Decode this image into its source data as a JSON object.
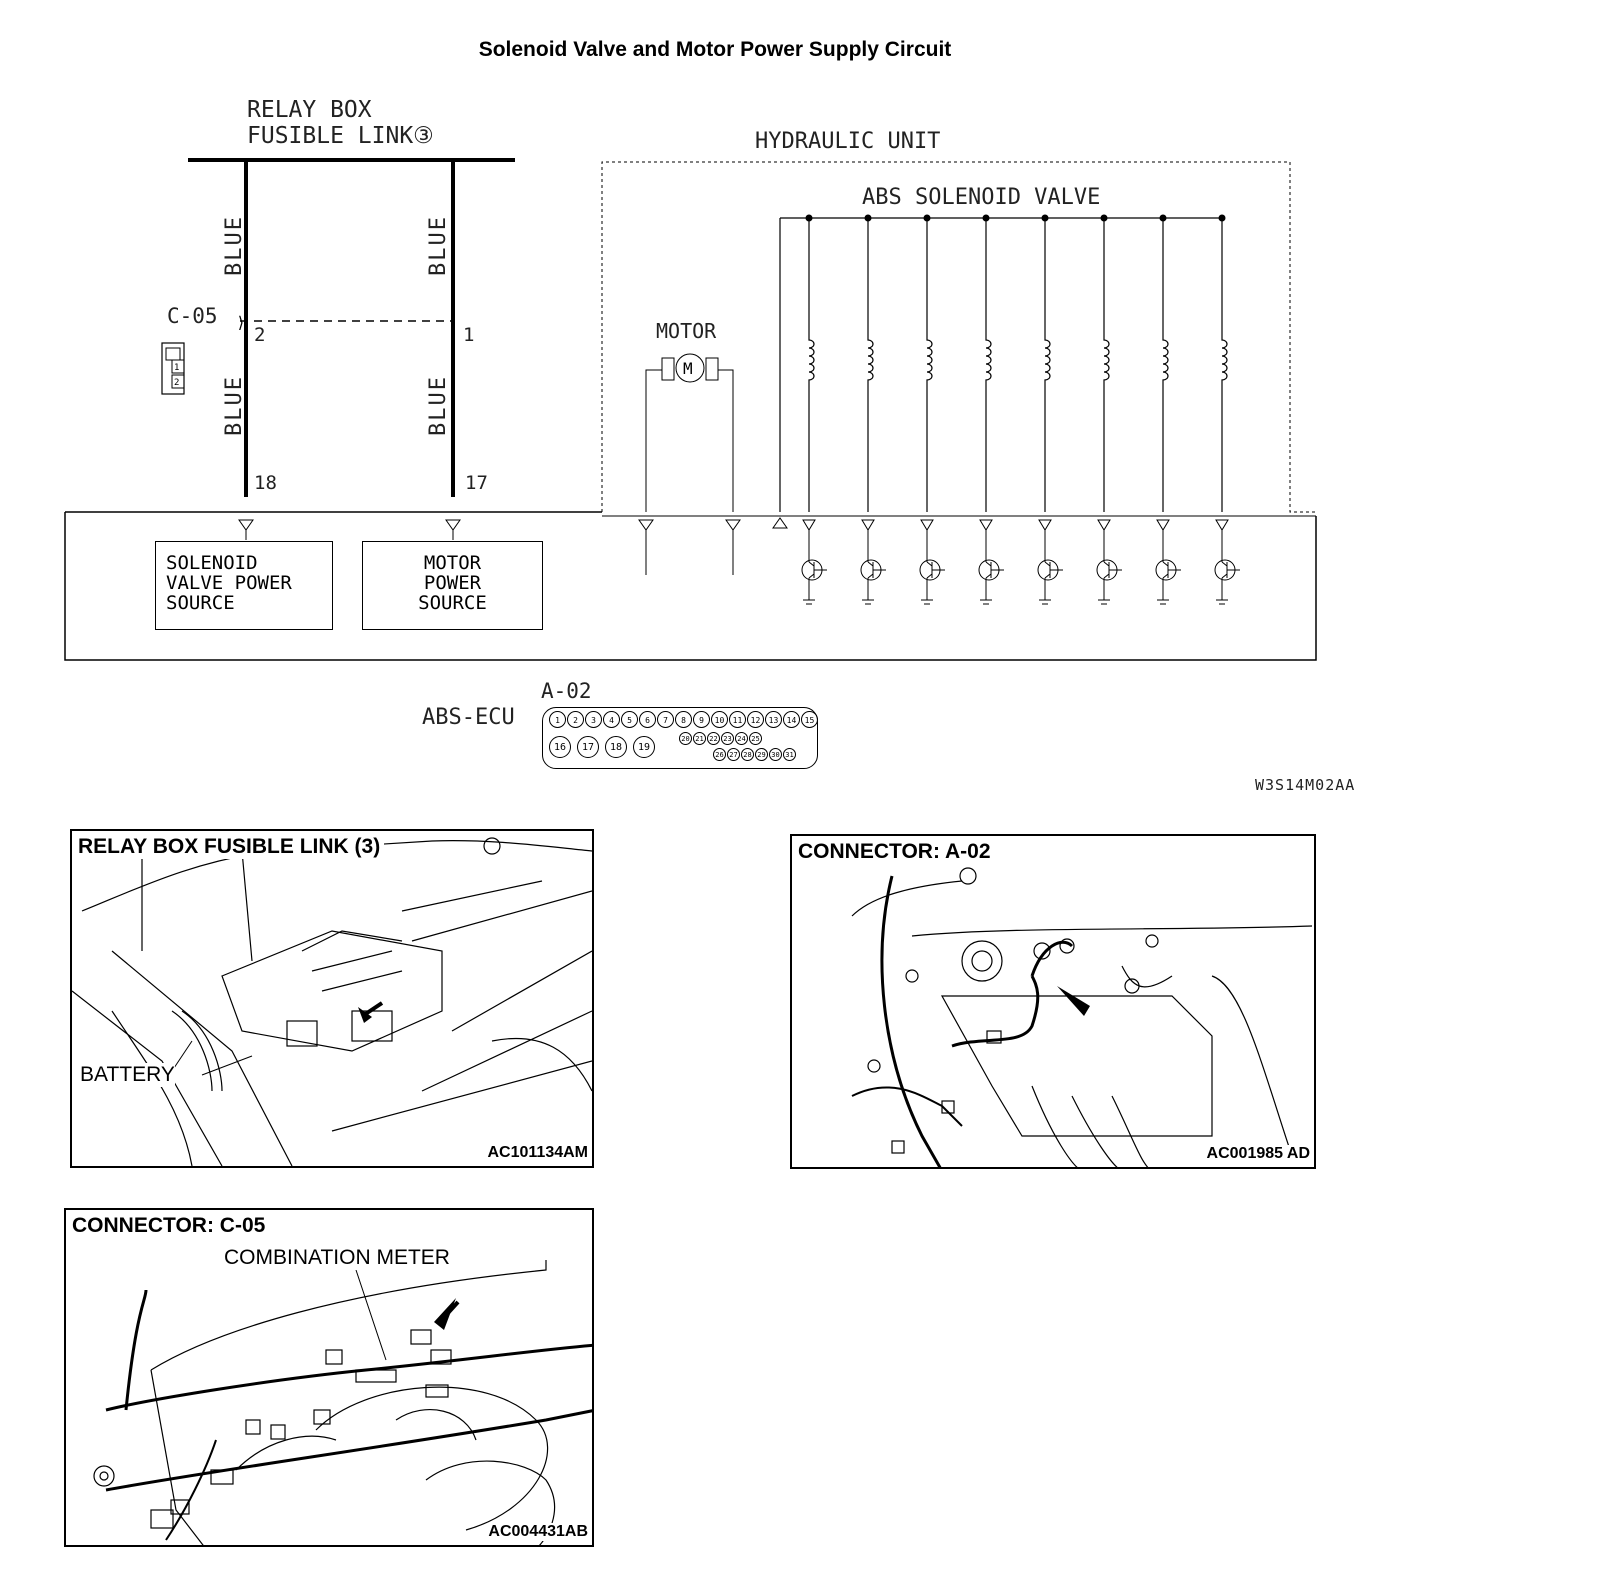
{
  "title": "Solenoid Valve and Motor Power Supply Circuit",
  "relay_box": {
    "line1": "RELAY BOX",
    "line2": "FUSIBLE LINK③"
  },
  "wire_color": "BLUE",
  "connector_c05": {
    "label": "C-05",
    "pin_left": "2",
    "pin_right": "1",
    "pins": [
      "1",
      "2"
    ]
  },
  "ecu_pins": {
    "left": "18",
    "right": "17"
  },
  "hydraulic_unit": {
    "label": "HYDRAULIC UNIT",
    "solenoid_label": "ABS SOLENOID VALVE",
    "motor_label": "MOTOR",
    "motor_symbol": "M",
    "coil_count": 8
  },
  "boxes": {
    "solenoid_power": "SOLENOID\nVALVE POWER\nSOURCE",
    "motor_power": "MOTOR\nPOWER\nSOURCE"
  },
  "ecu": {
    "label": "ABS-ECU",
    "connector": "A-02",
    "row1": [
      "1",
      "2",
      "3",
      "4",
      "5",
      "6",
      "7",
      "8",
      "9",
      "10",
      "11",
      "12",
      "13",
      "14",
      "15"
    ],
    "row2": [
      "16",
      "17",
      "18",
      "19"
    ],
    "row2b": [
      "20",
      "21",
      "22",
      "23",
      "24",
      "25"
    ],
    "row3": [
      "26",
      "27",
      "28",
      "29",
      "30",
      "31"
    ]
  },
  "diagram_code": "W3S14M02AA",
  "panels": {
    "relay": {
      "title": "RELAY BOX FUSIBLE LINK (3)",
      "callout": "BATTERY",
      "code": "AC101134AM"
    },
    "a02": {
      "title": "CONNECTOR: A-02",
      "code": "AC001985 AD"
    },
    "c05": {
      "title": "CONNECTOR: C-05",
      "callout": "COMBINATION METER",
      "code": "AC004431AB"
    }
  }
}
